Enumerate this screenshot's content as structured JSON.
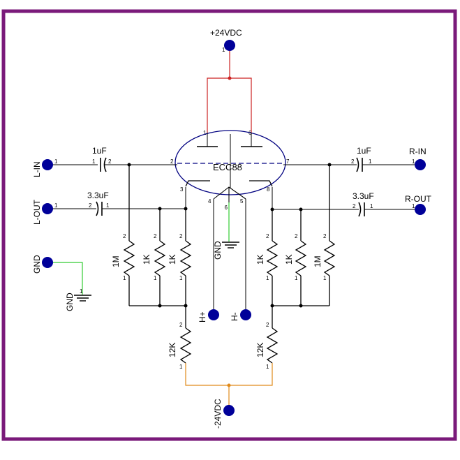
{
  "schematic": {
    "colors": {
      "border": "#7a1a7a",
      "wire": "#000000",
      "pad": "#000099",
      "supply_pos_wire": "#cc2222",
      "supply_neg_wire": "#e08a1a",
      "gnd_wire": "#33cc33",
      "tube_outline": "#000080"
    },
    "tube": {
      "label": "ECC88"
    },
    "supply_pos": {
      "label": "+24VDC"
    },
    "supply_neg": {
      "label": "-24VDC"
    },
    "connectors": {
      "l_in": "L-IN",
      "l_out": "L-OUT",
      "r_in": "R-IN",
      "r_out": "R-OUT",
      "gnd": "GND",
      "heater_pos": "H+",
      "heater_neg": "H-"
    },
    "gnd_symbols": {
      "left": "GND",
      "center": "GND"
    },
    "capacitors": {
      "c_l_in": "1uF",
      "c_l_out": "3.3uF",
      "c_r_in": "1uF",
      "c_r_out": "3.3uF"
    },
    "resistors": {
      "r_l_grid": "1M",
      "r_l_mid": "1K",
      "r_l_cath": "1K",
      "r_r_cath": "1K",
      "r_r_mid": "1K",
      "r_r_grid": "1M",
      "r_l_tail": "12K",
      "r_r_tail": "12K"
    },
    "pin_numbers": {
      "one": "1",
      "two": "2",
      "three": "3",
      "four": "4",
      "five": "5",
      "six": "6",
      "seven": "7",
      "eight": "8",
      "nine": "9"
    }
  }
}
